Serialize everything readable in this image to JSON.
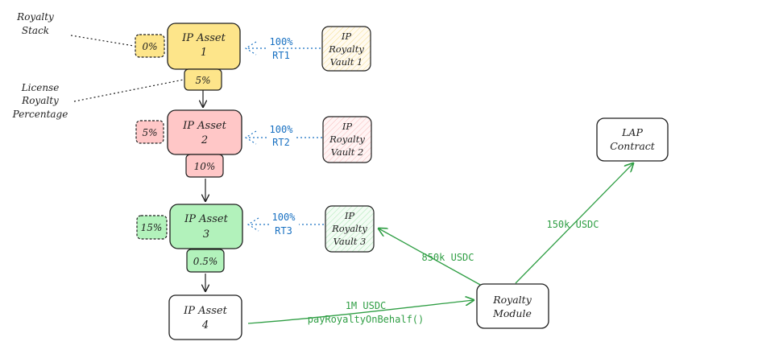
{
  "annotations": {
    "royalty_stack": [
      "Royalty",
      "Stack"
    ],
    "license_royalty_percentage": [
      "License",
      "Royalty",
      "Percentage"
    ]
  },
  "assets": [
    {
      "title": "IP Asset",
      "number": "1",
      "stack": "0%",
      "license": "5%",
      "fill": "#fde58a",
      "stroke": "#1e1e1e",
      "stack_fill": "#fde58a",
      "license_fill": "#fde58a"
    },
    {
      "title": "IP Asset",
      "number": "2",
      "stack": "5%",
      "license": "10%",
      "fill": "#ffc7c7",
      "stroke": "#1e1e1e",
      "stack_fill": "#ffc7c7",
      "license_fill": "#ffc7c7"
    },
    {
      "title": "IP Asset",
      "number": "3",
      "stack": "15%",
      "license": "0.5%",
      "fill": "#b2f2bb",
      "stroke": "#1e1e1e",
      "stack_fill": "#b2f2bb",
      "license_fill": "#b2f2bb"
    },
    {
      "title": "IP Asset",
      "number": "4",
      "stack": "",
      "license": "",
      "fill": "#ffffff",
      "stroke": "#1e1e1e",
      "stack_fill": "",
      "license_fill": ""
    }
  ],
  "vaults": [
    {
      "lines": [
        "IP",
        "Royalty",
        "Vault 1"
      ],
      "percent": "100%",
      "token": "RT1",
      "fill": "#fff6d6"
    },
    {
      "lines": [
        "IP",
        "Royalty",
        "Vault 2"
      ],
      "percent": "100%",
      "token": "RT2",
      "fill": "#ffe8e8"
    },
    {
      "lines": [
        "IP",
        "Royalty",
        "Vault 3"
      ],
      "percent": "100%",
      "token": "RT3",
      "fill": "#e6f8e8"
    }
  ],
  "royalty_module": {
    "lines": [
      "Royalty",
      "Module"
    ]
  },
  "lap_contract": {
    "lines": [
      "LAP",
      "Contract"
    ]
  },
  "flows": {
    "payment": {
      "amount": "1M USDC",
      "call": "payRoyaltyOnBehalf()"
    },
    "to_vault": {
      "amount": "850k USDC"
    },
    "to_lap": {
      "amount": "150k USDC"
    }
  },
  "colors": {
    "ink": "#1e1e1e",
    "link_blue": "#1971c2",
    "flow_green": "#2f9e44",
    "dotted": "#1e1e1e"
  }
}
